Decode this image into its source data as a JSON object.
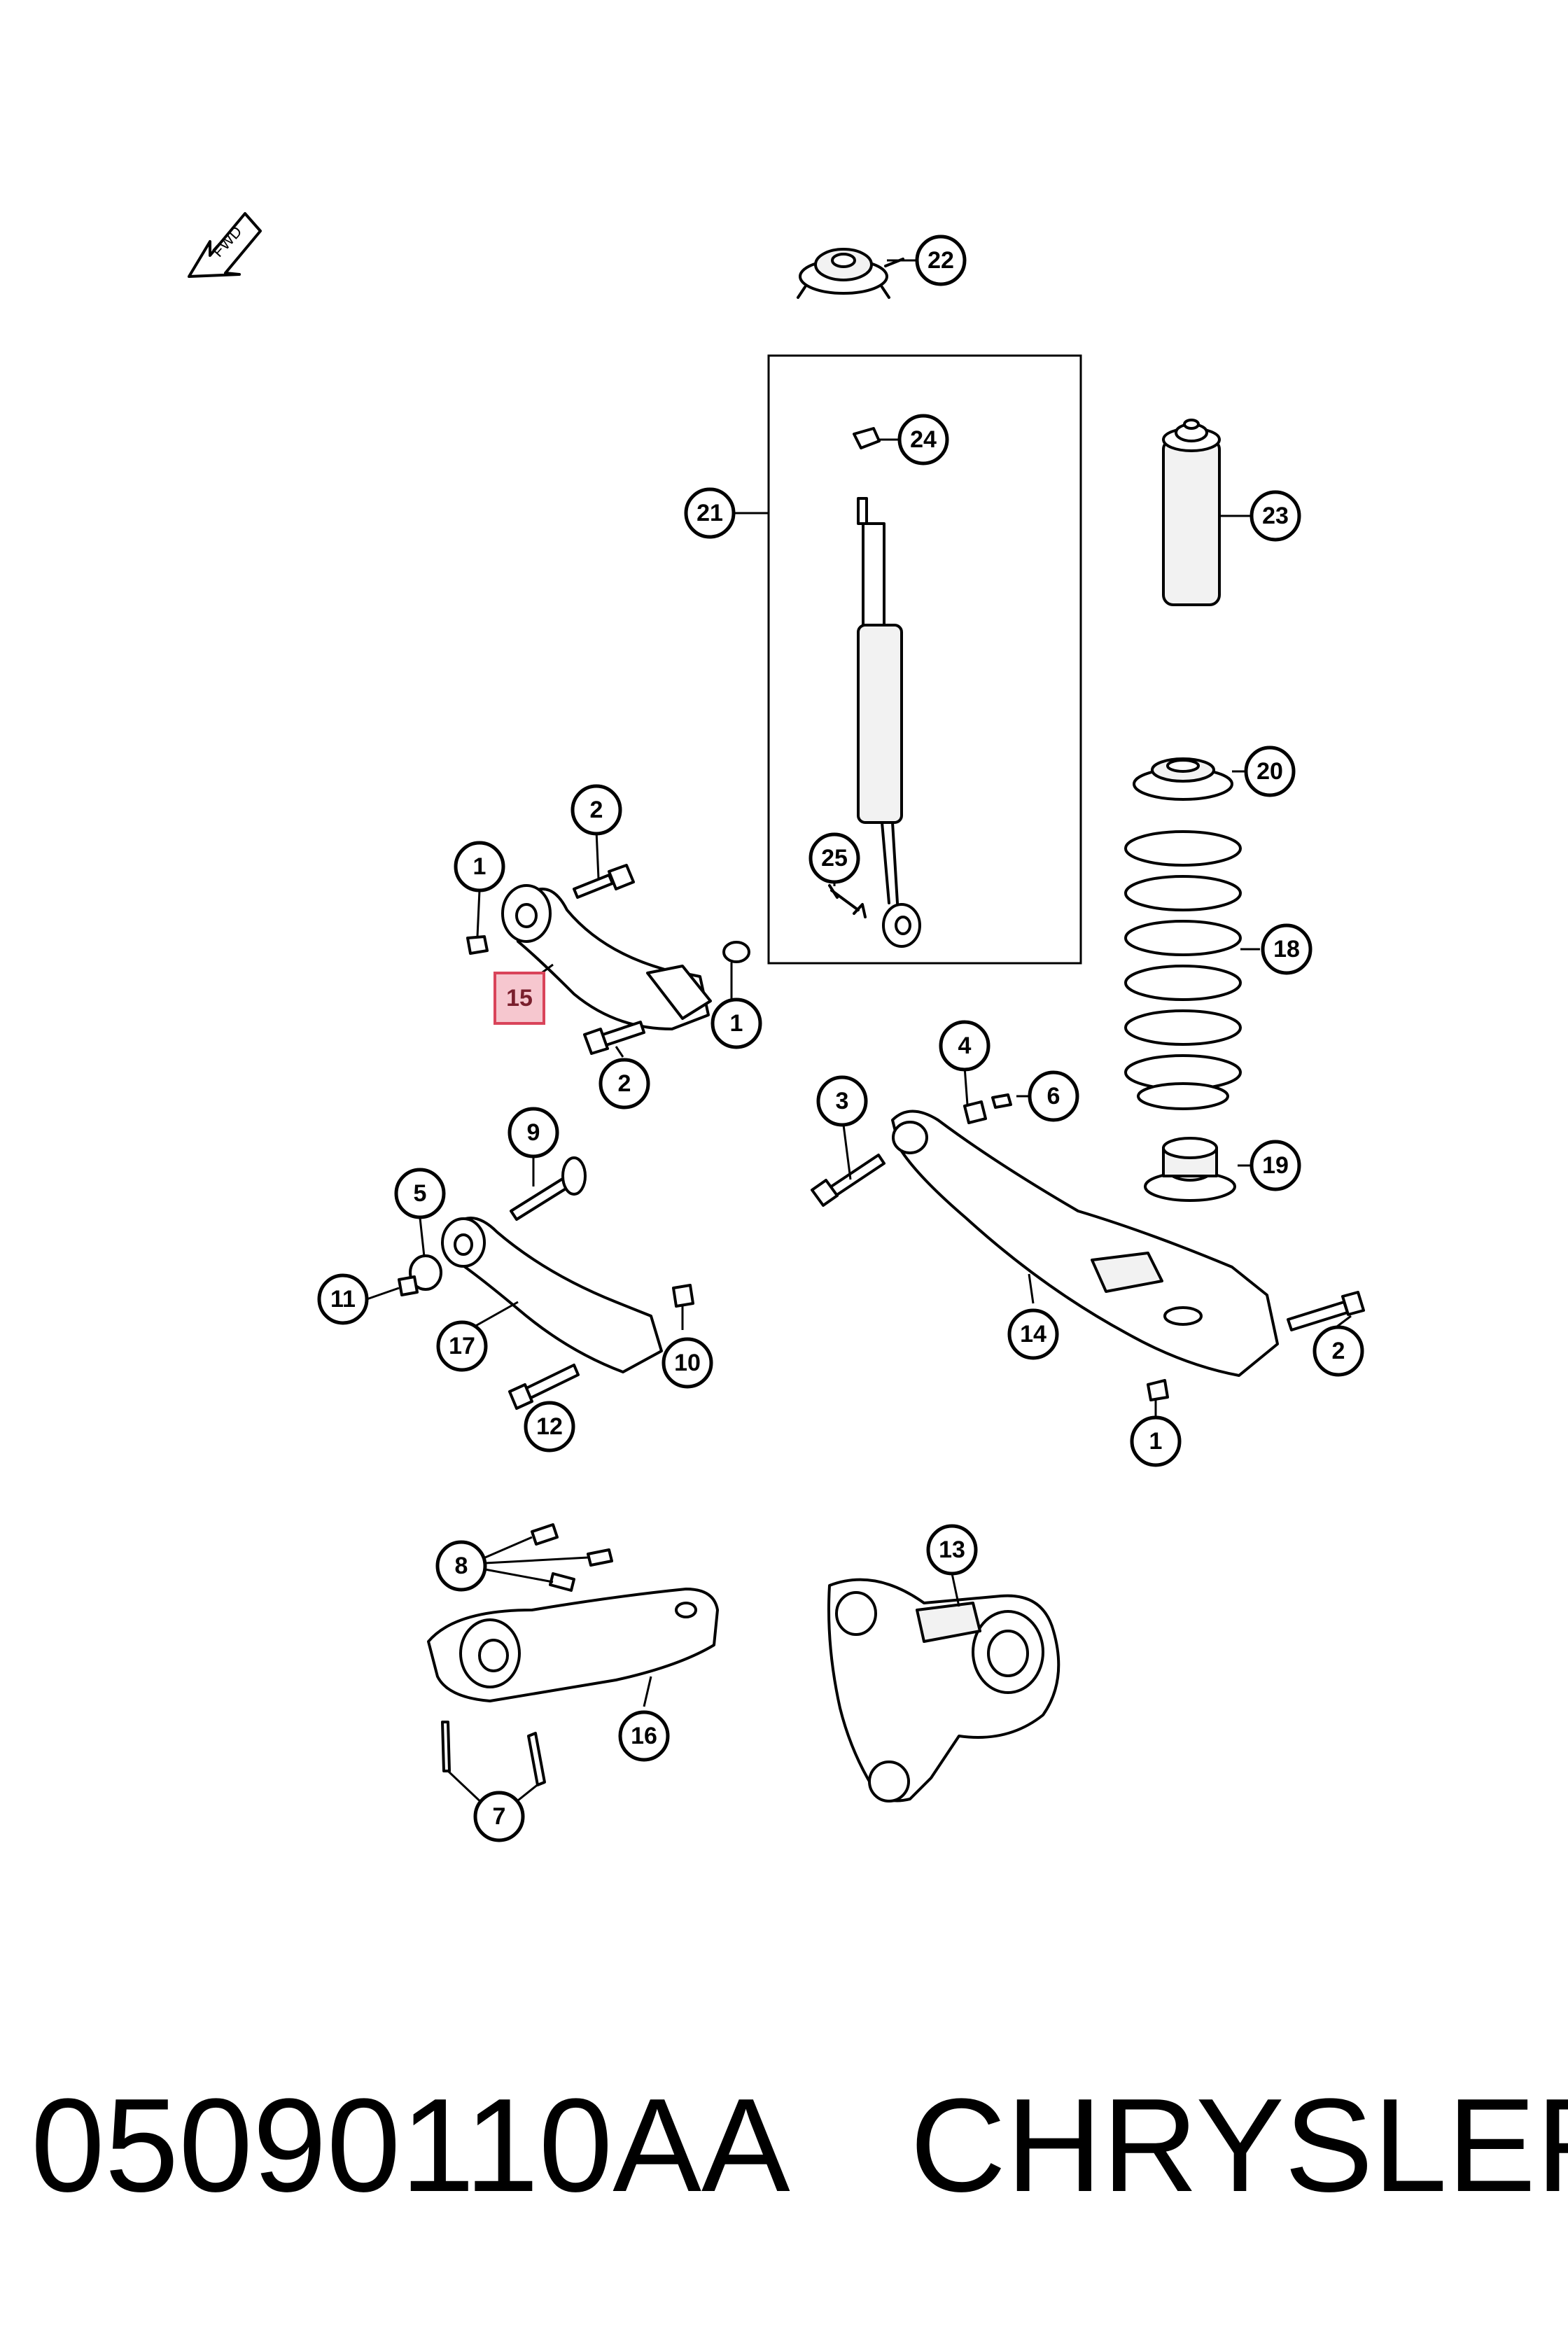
{
  "fwd_label": "FWD",
  "callouts": [
    {
      "label": "22"
    },
    {
      "label": "24"
    },
    {
      "label": "21"
    },
    {
      "label": "23"
    },
    {
      "label": "20"
    },
    {
      "label": "2"
    },
    {
      "label": "1"
    },
    {
      "label": "25"
    },
    {
      "label": "18"
    },
    {
      "label": "15"
    },
    {
      "label": "1"
    },
    {
      "label": "2"
    },
    {
      "label": "4"
    },
    {
      "label": "3"
    },
    {
      "label": "6"
    },
    {
      "label": "9"
    },
    {
      "label": "19"
    },
    {
      "label": "5"
    },
    {
      "label": "11"
    },
    {
      "label": "17"
    },
    {
      "label": "10"
    },
    {
      "label": "14"
    },
    {
      "label": "2"
    },
    {
      "label": "12"
    },
    {
      "label": "1"
    },
    {
      "label": "13"
    },
    {
      "label": "8"
    },
    {
      "label": "16"
    },
    {
      "label": "7"
    }
  ],
  "highlighted_index": 9,
  "caption": {
    "part_number": "05090110AA",
    "brand": "CHRYSLER"
  },
  "colors": {
    "highlight_fill": "#f6c7cf",
    "highlight_stroke": "#d9445a",
    "ink": "#000000"
  }
}
